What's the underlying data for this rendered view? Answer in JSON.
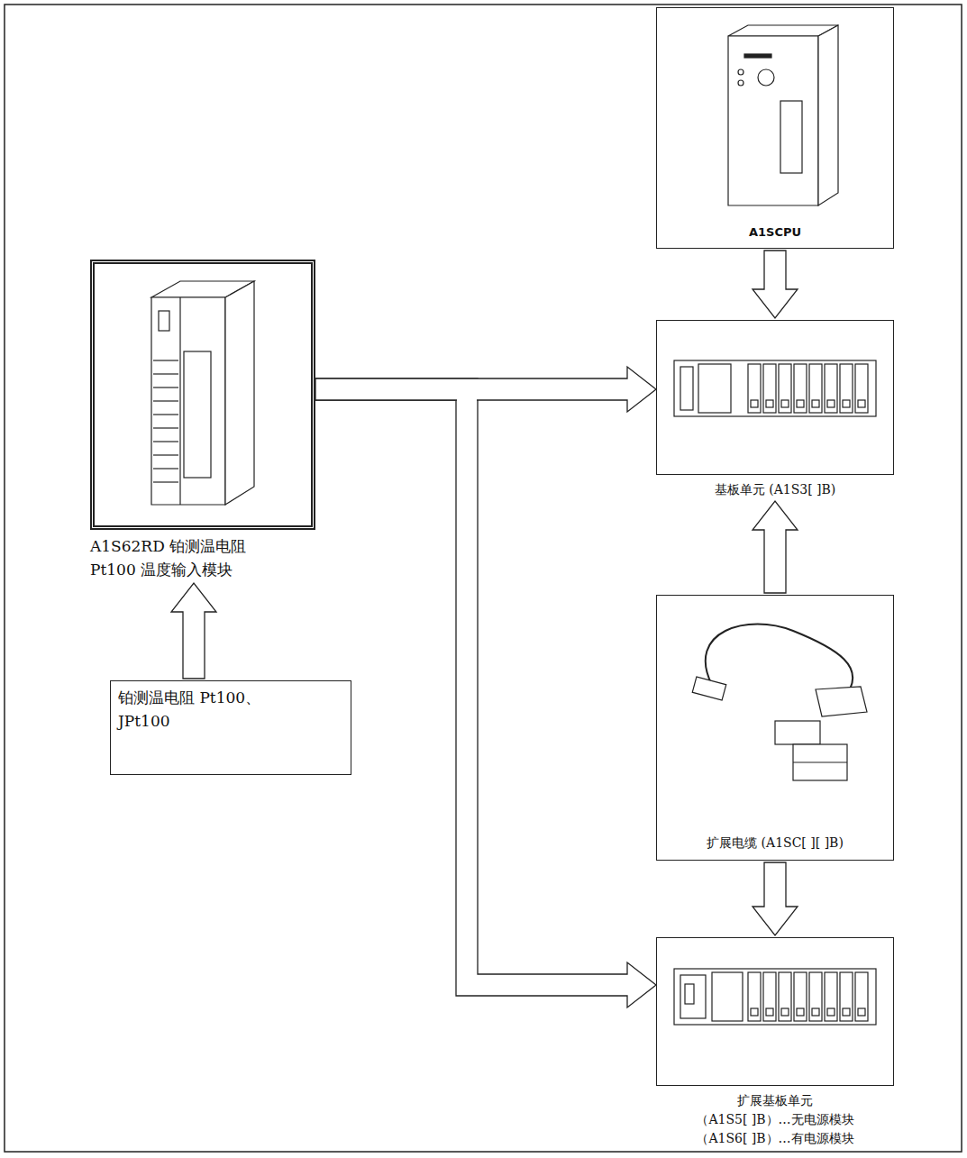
{
  "diagram": {
    "nodes": [
      {
        "text": [
          "A1S62RD 铂测温电阻 Pt100 温度输入模块"
        ]
      },
      {
        "text": [
          "铂测温电阻 Pt100、 JPt100"
        ]
      },
      {
        "text": [
          "A1SCPU"
        ]
      },
      {
        "text": [
          "基板单元 (A1S3[ ]B)"
        ]
      },
      {
        "text": [
          "扩展电缆 (A1SC[ ][ ]B)"
        ]
      },
      {
        "text": [
          "扩展基板单元",
          "（A1S5[ ]B）…无电源模块",
          "（A1S6[ ]B）…有电源模块"
        ]
      }
    ],
    "edges": [
      {
        "from": 1,
        "to": 0,
        "arrow": "to"
      },
      {
        "from": 2,
        "to": 3,
        "arrow": "to"
      },
      {
        "from": 0,
        "to": 3,
        "arrow": "to"
      },
      {
        "from": 4,
        "to": 3,
        "arrow": "to"
      },
      {
        "from": 4,
        "to": 5,
        "arrow": "to"
      },
      {
        "from": 0,
        "to": 5,
        "arrow": "to"
      }
    ]
  }
}
